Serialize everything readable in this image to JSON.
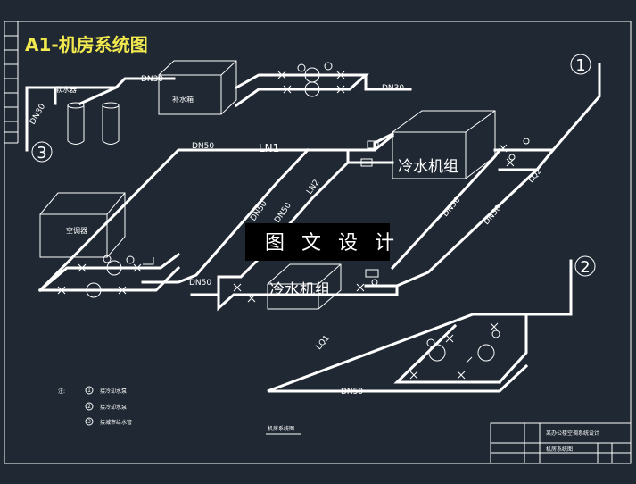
{
  "title": "A1-机房系统图",
  "circle_labels": {
    "one": "1",
    "two": "2",
    "three": "3"
  },
  "equipment": {
    "water_softener": "软水器",
    "makeup_tank": "补水箱",
    "ac_unit": "空调器",
    "chiller_top": "冷水机组",
    "chiller_bottom": "冷水机组"
  },
  "pipe_labels": {
    "dn30_top": "DN30",
    "dn30_right": "DN30",
    "dn30_left": "DN30",
    "dn50_top": "DN50",
    "ln1": "LN1",
    "ln2": "LN2",
    "dn50_diag_a": "DN50",
    "dn50_diag_b": "DN50",
    "dn50_right_a": "DN50",
    "dn50_right_b": "DN50",
    "lq2": "LQ2",
    "dn50_left": "DN50",
    "lq1": "LQ1",
    "dn50_bottom": "DN50"
  },
  "watermark": "图 文 设 计",
  "notes": {
    "header": "注:",
    "items": [
      {
        "num": "1",
        "text": "接冷却水泵"
      },
      {
        "num": "2",
        "text": "接冷却水泵"
      },
      {
        "num": "3",
        "text": "接城市给水管"
      }
    ]
  },
  "drawing_caption": "机房系统图",
  "title_block": {
    "project": "某办公楼空调系统设计",
    "drawing_name": "机房系统图"
  },
  "colors": {
    "background": "#1f2833",
    "lines": "#ffffff",
    "title": "#f2e94e"
  }
}
